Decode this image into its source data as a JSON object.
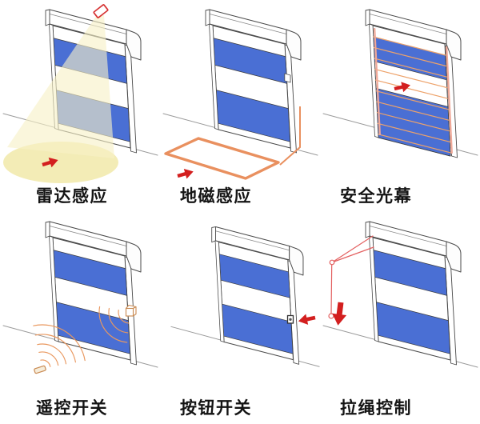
{
  "diagram": {
    "subject": "high-speed-roller-door-activation-methods",
    "panels": [
      {
        "id": "radar",
        "label": "雷达感应",
        "icon": "radar-beam-icon"
      },
      {
        "id": "ground-loop",
        "label": "地磁感应",
        "icon": "ground-loop-icon"
      },
      {
        "id": "light-curtain",
        "label": "安全光幕",
        "icon": "light-curtain-icon"
      },
      {
        "id": "remote",
        "label": "遥控开关",
        "icon": "radio-waves-icon"
      },
      {
        "id": "button",
        "label": "按钮开关",
        "icon": "push-button-icon"
      },
      {
        "id": "pull-rope",
        "label": "拉绳控制",
        "icon": "pull-rope-icon"
      }
    ],
    "colors": {
      "door_blue": "#4a6fd4",
      "outline": "#4a4a4a",
      "band_edge": "#3d3d3d",
      "ground_gray": "#9a9a9a",
      "loop_orange": "#e9905f",
      "beam_orange": "#eda26a",
      "wave_orange": "#e9985f",
      "arrow_red": "#d31f1f",
      "device_red": "#d63333",
      "rope_red": "#e36060",
      "cone_yellow": "#f7f1c6",
      "spot_yellow": "#f3ecb6",
      "sensor_pink": "#f0a898",
      "remote_outline": "#c98a52"
    }
  }
}
